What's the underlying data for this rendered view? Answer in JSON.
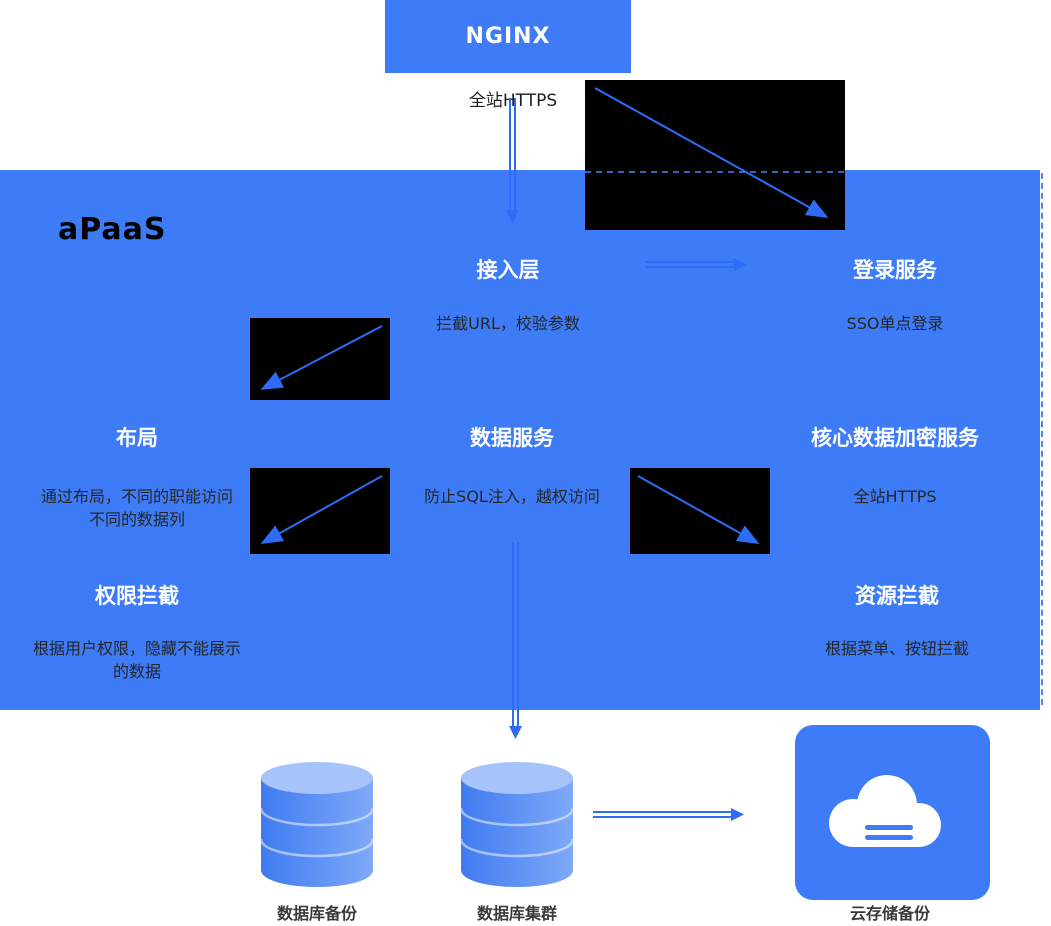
{
  "colors": {
    "primary_blue": "#3D7BF7",
    "arrow_blue": "#2E6CF5",
    "box_black": "#000000",
    "title_white": "#FFFFFF",
    "desc_dark": "#262626"
  },
  "nginx": {
    "label": "NGINX",
    "subtitle": "全站HTTPS"
  },
  "region": {
    "title": "aPaaS"
  },
  "nodes": {
    "access": {
      "title": "接入层",
      "desc": "拦截URL，校验参数"
    },
    "login": {
      "title": "登录服务",
      "desc": "SSO单点登录"
    },
    "layout": {
      "title": "布局",
      "desc": "通过布局，不同的职能访问\n不同的数据列"
    },
    "data_service": {
      "title": "数据服务",
      "desc": "防止SQL注入，越权访问"
    },
    "encryption": {
      "title": "核心数据加密服务",
      "desc": "全站HTTPS"
    },
    "permission": {
      "title": "权限拦截",
      "desc": "根据用户权限，隐藏不能展示\n的数据"
    },
    "resource": {
      "title": "资源拦截",
      "desc": "根据菜单、按钮拦截"
    }
  },
  "storage": {
    "db_backup_label": "数据库备份",
    "db_cluster_label": "数据库集群",
    "cloud_backup_label": "云存储备份"
  }
}
